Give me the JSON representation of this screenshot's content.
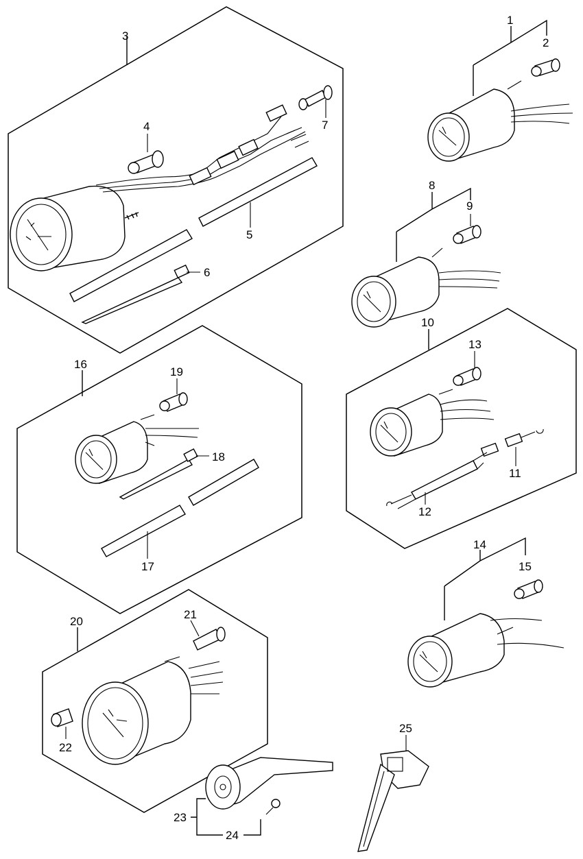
{
  "callouts": {
    "p1": "1",
    "p2": "2",
    "p3": "3",
    "p4": "4",
    "p5": "5",
    "p6": "6",
    "p7": "7",
    "p8": "8",
    "p9": "9",
    "p10": "10",
    "p11": "11",
    "p12": "12",
    "p13": "13",
    "p14": "14",
    "p15": "15",
    "p16": "16",
    "p17": "17",
    "p18": "18",
    "p19": "19",
    "p20": "20",
    "p21": "21",
    "p22": "22",
    "p23": "23",
    "p24": "24",
    "p25": "25"
  }
}
